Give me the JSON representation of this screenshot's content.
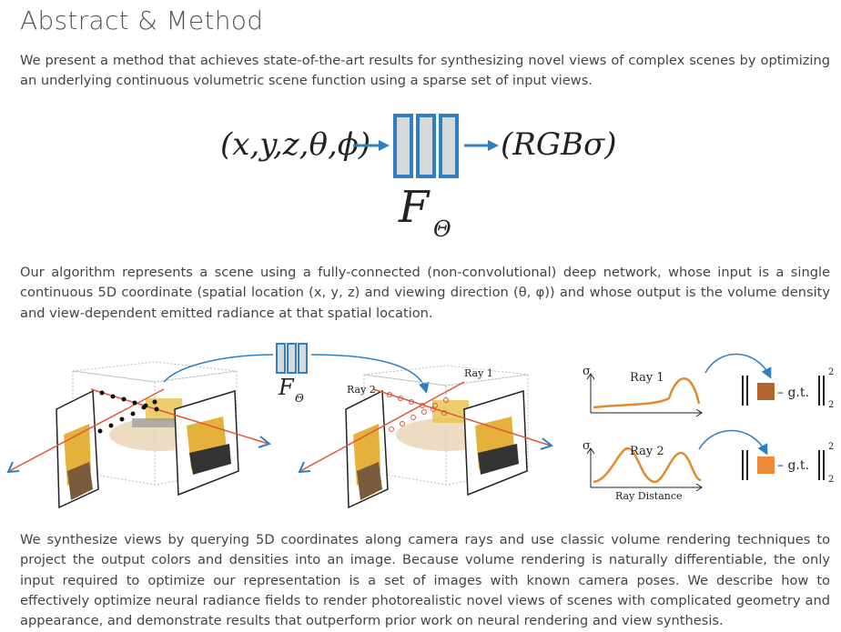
{
  "heading": "Abstract & Method",
  "paragraphs": {
    "intro": "We present a method that achieves state-of-the-art results for synthesizing novel views of complex scenes by optimizing an underlying continuous volumetric scene function using a sparse set of input views.",
    "algorithm": "Our algorithm represents a scene using a fully-connected (non-convolutional) deep network, whose input is a single continuous 5D coordinate (spatial location (x, y, z) and viewing direction (θ, φ)) and whose output is the volume density and view-dependent emitted radiance at that spatial location.",
    "synthesis": "We synthesize views by querying 5D coordinates along camera rays and use classic volume rendering techniques to project the output colors and densities into an image. Because volume rendering is naturally differentiable, the only input required to optimize our representation is a set of images with known camera poses. We describe how to effectively optimize neural radiance fields to render photorealistic novel views of scenes with complicated geometry and appearance, and demonstrate results that outperform prior work on neural rendering and view synthesis."
  },
  "equation": {
    "input": "(x,y,z,θ,ϕ)",
    "output": "(RGBσ)",
    "network": "F",
    "network_sub": "Θ"
  },
  "pipeline": {
    "network": "F",
    "network_sub": "Θ",
    "ray1": "Ray 1",
    "ray2": "Ray 2",
    "plot_ray1": "Ray 1",
    "plot_ray2": "Ray 2",
    "sigma": "σ",
    "ray_distance": "Ray Distance",
    "gt": "– g.t.",
    "norm_exp": "2",
    "colors": {
      "accent_blue": "#2f7fc1",
      "ray_red": "#e2553a",
      "gt1": "#b5652b",
      "gt2": "#ee8a3a"
    }
  }
}
